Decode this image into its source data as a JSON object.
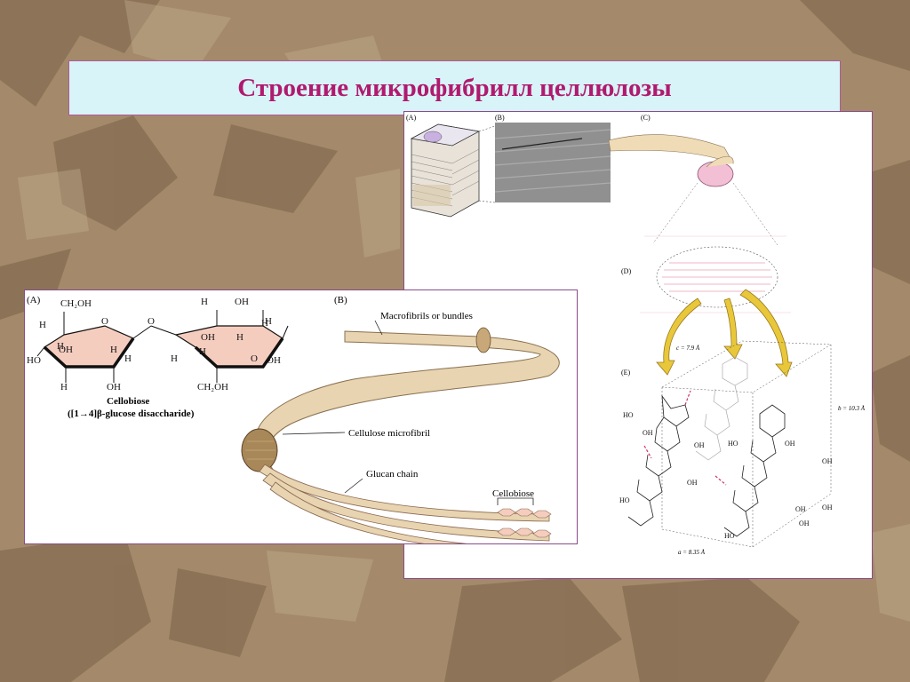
{
  "title": "Строение микрофибрилл целлюлозы",
  "right_panel": {
    "label_a": "(A)",
    "label_b": "(B)",
    "label_c": "(C)",
    "label_d": "(D)",
    "label_e": "(E)",
    "c_dim": "c = 7.9 Å",
    "b_dim": "b = 10.3 Å",
    "a_dim": "a = 8.35 Å"
  },
  "left_panel": {
    "label_a": "(A)",
    "label_b": "(B)",
    "cellobiose": "Cellobiose",
    "cellobiose_sub": "([1→4]β-glucose disaccharide)",
    "macrofibrils": "Macrofibrils or bundles",
    "microfibril": "Cellulose microfibril",
    "glucan": "Glucan chain",
    "cellobiose_label": "Cellobiose"
  },
  "colors": {
    "accent": "#b01a6e",
    "ring_fill": "#f5cdbf",
    "fiber": "#e8d4b0",
    "arrow": "#e8c83a"
  }
}
